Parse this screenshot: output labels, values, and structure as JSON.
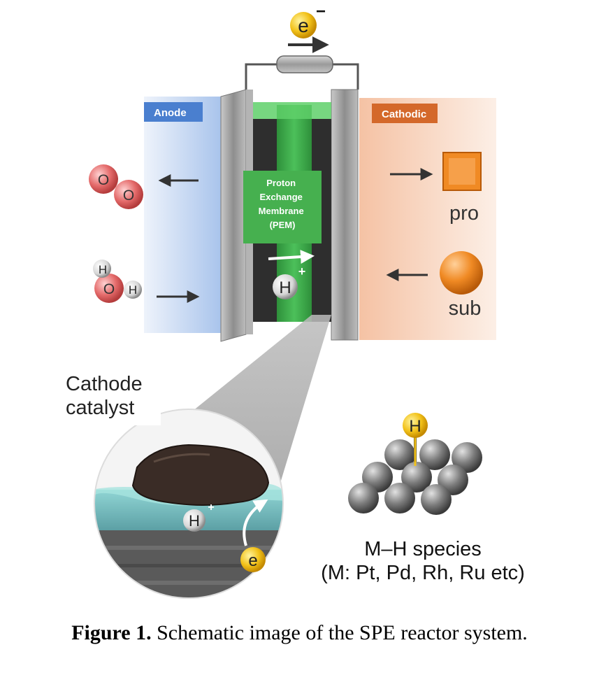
{
  "electron_top": "e",
  "electron_charge": "−",
  "anode_label": "Anode",
  "cathodic_label": "Cathodic",
  "pem_lines": [
    "Proton",
    "Exchange",
    "Membrane",
    "(PEM)"
  ],
  "proton_symbol": "H",
  "proton_charge": "+",
  "oxygen_atom": "O",
  "hydrogen_atom": "H",
  "pro_label": "pro",
  "sub_label": "sub",
  "cathode_catalyst_line1": "Cathode",
  "cathode_catalyst_line2": "catalyst",
  "electron_bottom": "e",
  "mh_h": "H",
  "mh_line1": "M–H species",
  "mh_line2": "(M: Pt, Pd, Rh, Ru etc)",
  "caption_bold": "Figure 1.",
  "caption_text": " Schematic image of the SPE reactor system.",
  "colors": {
    "anode": "#a9c4ec",
    "anode_tab": "#4a7fcf",
    "cathode": "#f5c2a4",
    "cathode_tab": "#d4682a",
    "pem": "#3faa4a",
    "steel": "#9a9a9a",
    "oxygen": "#e46a6a",
    "orange": "#f08a24",
    "gold": "#f2c21a",
    "metal": "#7d7d7d"
  }
}
